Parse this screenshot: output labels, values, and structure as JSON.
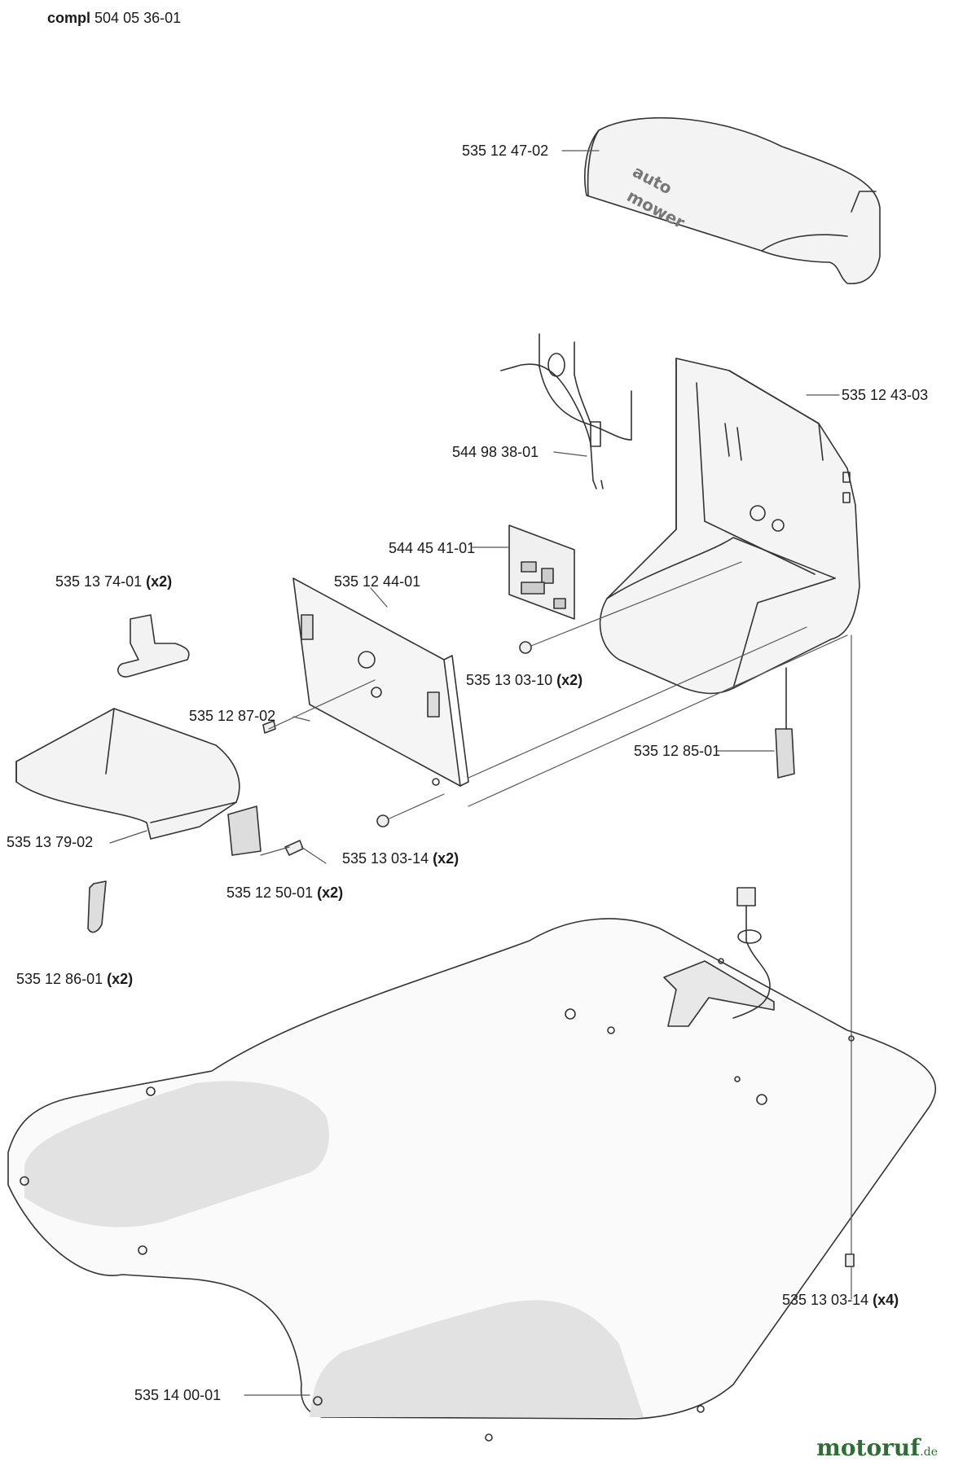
{
  "header": {
    "compl_word": "compl",
    "compl_number": "504 05 36-01"
  },
  "parts": [
    {
      "id": "cover",
      "number": "535 12 47-02",
      "qty": ""
    },
    {
      "id": "housing",
      "number": "535 12 43-03",
      "qty": ""
    },
    {
      "id": "cable-harness",
      "number": "544 98 38-01",
      "qty": ""
    },
    {
      "id": "circuit-board",
      "number": "544 45 41-01",
      "qty": ""
    },
    {
      "id": "clip",
      "number": "535 13 74-01",
      "qty": "(x2)"
    },
    {
      "id": "plate",
      "number": "535 12 44-01",
      "qty": ""
    },
    {
      "id": "screw-small",
      "number": "535 13 03-10",
      "qty": "(x2)"
    },
    {
      "id": "plug",
      "number": "535 12 87-02",
      "qty": ""
    },
    {
      "id": "connector",
      "number": "535 12 85-01",
      "qty": ""
    },
    {
      "id": "top-cover",
      "number": "535 13 79-02",
      "qty": ""
    },
    {
      "id": "screw-plate",
      "number": "535 13 03-14",
      "qty": "(x2)"
    },
    {
      "id": "pin",
      "number": "535 12 50-01",
      "qty": "(x2)"
    },
    {
      "id": "strap",
      "number": "535 12 86-01",
      "qty": "(x2)"
    },
    {
      "id": "screw-base",
      "number": "535 13 03-14",
      "qty": "(x4)"
    },
    {
      "id": "base-plate",
      "number": "535 14 00-01",
      "qty": ""
    }
  ],
  "cover_text": [
    "auto",
    "mower"
  ],
  "watermark": {
    "main": "motoruf",
    "tld": ".de"
  }
}
